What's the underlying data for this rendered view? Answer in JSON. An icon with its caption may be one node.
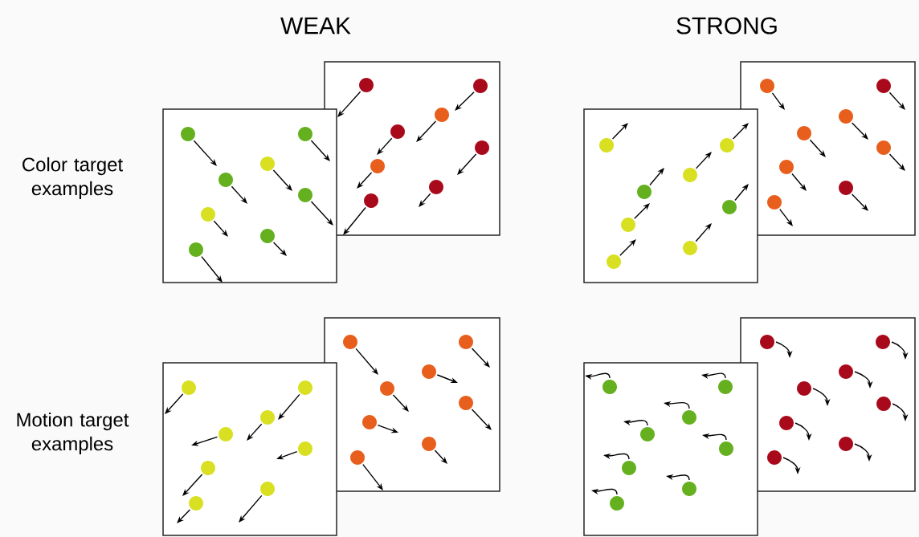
{
  "diagram": {
    "labels": [
      "WEAK",
      "STRONG",
      "Color target examples",
      "Motion target examples"
    ]
  }
}
